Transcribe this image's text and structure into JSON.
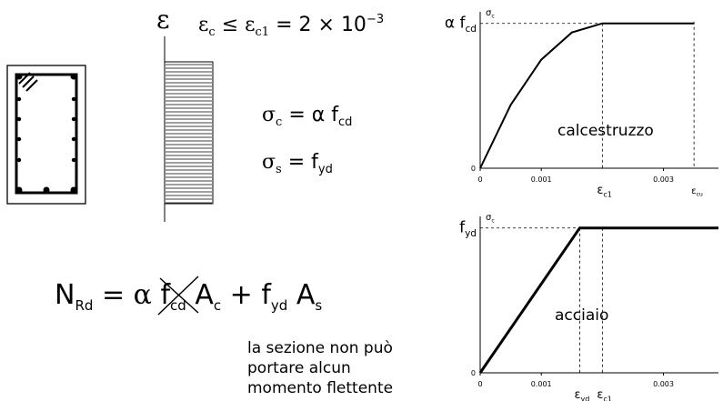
{
  "strain_symbol": "ε",
  "strain_condition": {
    "lhs_base": "ε",
    "lhs_sub": "c",
    "op": "≤",
    "mid_base": "ε",
    "mid_sub": "c1",
    "rhs": "= 2 × 10",
    "rhs_exp": "−3"
  },
  "concrete_stress": {
    "lhs_base": "σ",
    "lhs_sub": "c",
    "rhs": "= α f",
    "rhs_sub": "cd"
  },
  "steel_stress": {
    "lhs_base": "σ",
    "lhs_sub": "s",
    "rhs": "= f",
    "rhs_sub": "yd"
  },
  "resistance_formula": {
    "lhs": "N",
    "lhs_sub": "Rd",
    "t1": "= α",
    "t1b": "f",
    "t1b_sub": "cd",
    "t2": "A",
    "t2_sub": "c",
    "t3": "+ f",
    "t3_sub": "yd",
    "t4": "A",
    "t4_sub": "s"
  },
  "note_lines": [
    "la sezione non può",
    "portare alcun",
    "momento flettente"
  ],
  "chart_data": [
    {
      "type": "line",
      "name": "calcestruzzo",
      "label": "calcestruzzo",
      "ylabel": "σc",
      "y_level_label": "α fcd",
      "y_tick_zero": "0",
      "x_ticks": [
        "0",
        "0.001",
        "0.003"
      ],
      "x_tick_values": [
        0,
        0.001,
        0.003
      ],
      "x_marker_labels": [
        "εc1",
        "εcu"
      ],
      "x_marker_values": [
        0.002,
        0.0035
      ],
      "xlim": [
        0,
        0.0039
      ],
      "ylim": [
        0,
        1.08
      ],
      "points": [
        [
          0,
          0
        ],
        [
          0.0005,
          0.4375
        ],
        [
          0.001,
          0.75
        ],
        [
          0.0015,
          0.9375
        ],
        [
          0.002,
          1
        ],
        [
          0.0035,
          1
        ]
      ],
      "dashed_guides": true
    },
    {
      "type": "line",
      "name": "acciaio",
      "label": "acciaio",
      "ylabel": "σc",
      "y_level_label": "fyd",
      "y_tick_zero": "0",
      "x_ticks": [
        "0",
        "0.001",
        "0.003"
      ],
      "x_tick_values": [
        0,
        0.001,
        0.003
      ],
      "x_marker_labels": [
        "εyd",
        "εc1"
      ],
      "x_marker_values": [
        0.00163,
        0.002
      ],
      "xlim": [
        0,
        0.0039
      ],
      "ylim": [
        0,
        1.08
      ],
      "points": [
        [
          0,
          0
        ],
        [
          0.00163,
          1
        ],
        [
          0.0039,
          1
        ]
      ],
      "dashed_guides": true
    }
  ]
}
